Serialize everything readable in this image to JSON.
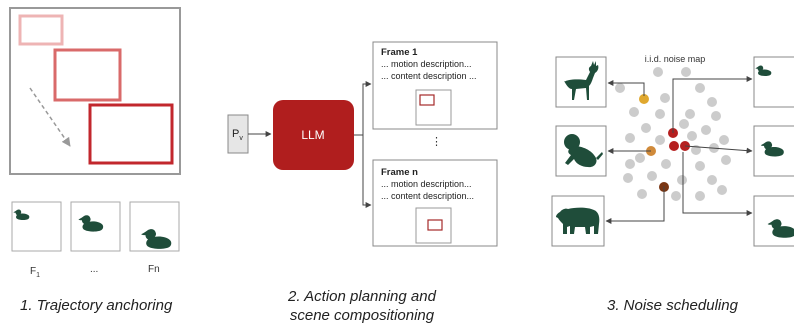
{
  "panel1": {
    "frame_labels": [
      "F",
      "1",
      "...",
      "Fn"
    ],
    "caption": "1. Trajectory anchoring",
    "box_colors": [
      "#eeb4b4",
      "#d96a6a",
      "#c2272d"
    ]
  },
  "panel2": {
    "input_label": "P",
    "input_sub": "v",
    "llm_label": "LLM",
    "frame1": {
      "title": "Frame 1",
      "line1": "... motion description...",
      "line2": "... content description ..."
    },
    "ellipsis": "⋮",
    "framen": {
      "title": "Frame n",
      "line1": "... motion description...",
      "line2": "... content description..."
    },
    "caption_line1": "2. Action planning and",
    "caption_line2": "scene compositioning",
    "llm_color": "#b01e1e"
  },
  "panel3": {
    "noise_title": "i.i.d. noise map",
    "caption": "3. Noise scheduling",
    "animals": [
      "deer-icon",
      "sloth-icon",
      "bear-icon",
      "duck-icon"
    ],
    "dot_colors": {
      "deer": "#e0a82e",
      "sloth": "#d08a3a",
      "bear": "#7a3512",
      "duck": "#b51f1f",
      "grey": "#cccccc"
    }
  }
}
